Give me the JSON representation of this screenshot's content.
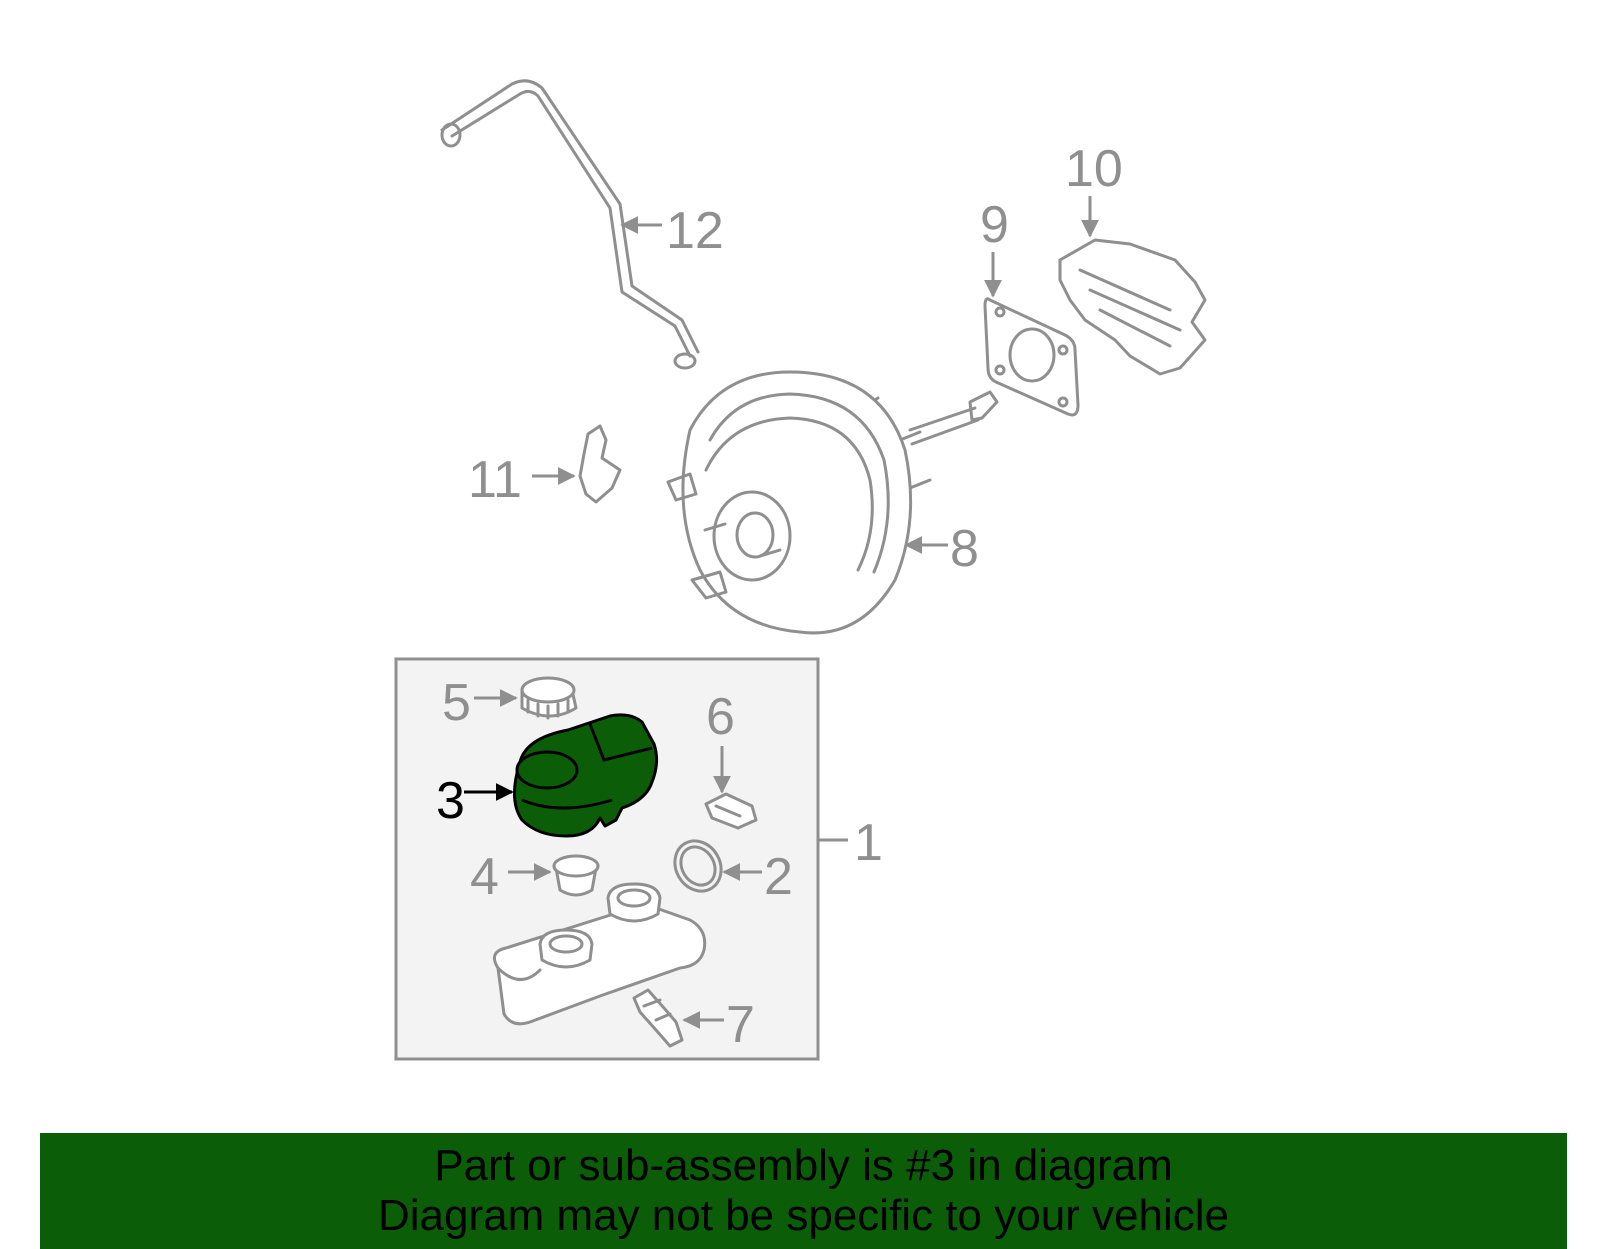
{
  "callouts": {
    "c1": "1",
    "c2": "2",
    "c3": "3",
    "c4": "4",
    "c5": "5",
    "c6": "6",
    "c7": "7",
    "c8": "8",
    "c9": "9",
    "c10": "10",
    "c11": "11",
    "c12": "12"
  },
  "highlighted_part": "3",
  "colors": {
    "highlight": "#0b5e07",
    "part_stroke": "#8f8f8f",
    "banner_bg": "#0b5e07"
  },
  "banner": {
    "line1": "Part or sub-assembly is #3 in diagram",
    "line2": "Diagram may not be specific to your vehicle"
  }
}
